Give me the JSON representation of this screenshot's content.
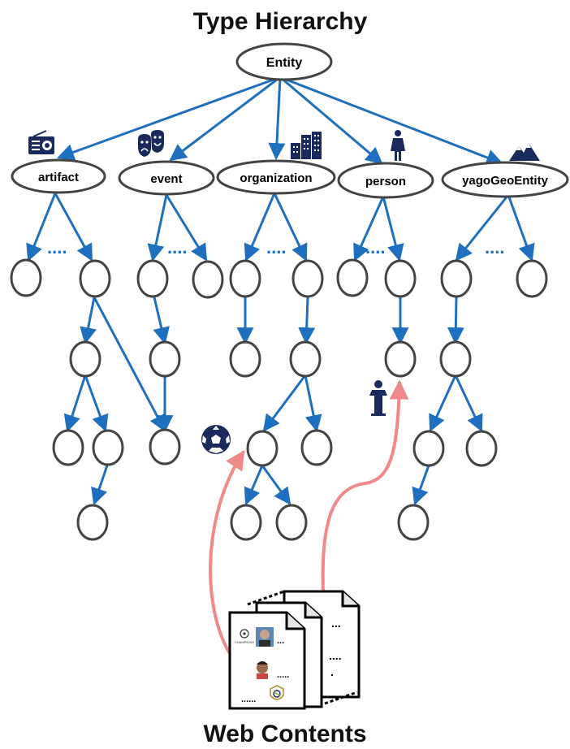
{
  "title": "Type Hierarchy",
  "footer": "Web Contents",
  "root": {
    "label": "Entity"
  },
  "categories": [
    {
      "label": "artifact",
      "icon": "radio-icon"
    },
    {
      "label": "event",
      "icon": "theater-masks-icon"
    },
    {
      "label": "organization",
      "icon": "buildings-icon"
    },
    {
      "label": "person",
      "icon": "person-icon"
    },
    {
      "label": "yagoGeoEntity",
      "icon": "mountains-icon"
    }
  ],
  "ellipsis": "....",
  "documents": {
    "back_text_1": "...",
    "back_text_2": "....",
    "back_text_3": ".",
    "front_text_1": "...",
    "front_text_2": ".....",
    "front_text_3": "......",
    "front_logo_text": "CHAMPIONS"
  },
  "extra_icons": [
    "soccer-ball-icon",
    "speaker-podium-icon",
    "champions-league-logo",
    "real-madrid-crest",
    "face-photo-1",
    "face-photo-2"
  ],
  "colors": {
    "edge": "#1f6fbf",
    "node_stroke": "#444444",
    "link_arrow": "#f08a8a",
    "icon": "#1b2a5c"
  }
}
